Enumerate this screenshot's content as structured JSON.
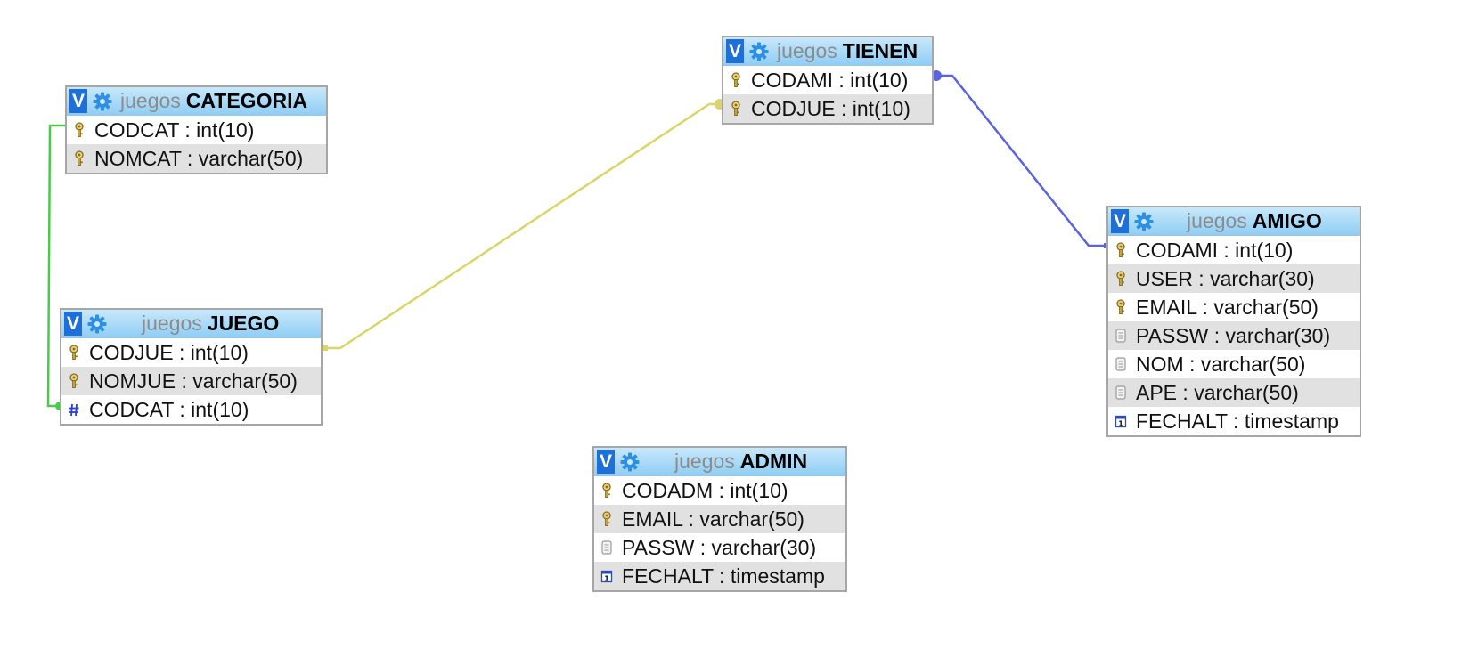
{
  "tables": {
    "categoria": {
      "db": "juegos",
      "name": "CATEGORIA",
      "fields": [
        {
          "text": "CODCAT : int(10)",
          "icon": "key-icon"
        },
        {
          "text": "NOMCAT : varchar(50)",
          "icon": "key-icon"
        }
      ]
    },
    "juego": {
      "db": "juegos",
      "name": "JUEGO",
      "fields": [
        {
          "text": "CODJUE : int(10)",
          "icon": "key-icon"
        },
        {
          "text": "NOMJUE : varchar(50)",
          "icon": "key-icon"
        },
        {
          "text": "CODCAT : int(10)",
          "icon": "hash-icon"
        }
      ]
    },
    "tienen": {
      "db": "juegos",
      "name": "TIENEN",
      "fields": [
        {
          "text": "CODAMI : int(10)",
          "icon": "key-icon"
        },
        {
          "text": "CODJUE : int(10)",
          "icon": "key-icon"
        }
      ]
    },
    "amigo": {
      "db": "juegos",
      "name": "AMIGO",
      "fields": [
        {
          "text": "CODAMI : int(10)",
          "icon": "key-icon"
        },
        {
          "text": "USER : varchar(30)",
          "icon": "key-icon"
        },
        {
          "text": "EMAIL : varchar(50)",
          "icon": "key-icon"
        },
        {
          "text": "PASSW : varchar(30)",
          "icon": "text-field-icon"
        },
        {
          "text": "NOM : varchar(50)",
          "icon": "text-field-icon"
        },
        {
          "text": "APE : varchar(50)",
          "icon": "text-field-icon"
        },
        {
          "text": "FECHALT : timestamp",
          "icon": "date-field-icon"
        }
      ]
    },
    "admin": {
      "db": "juegos",
      "name": "ADMIN",
      "fields": [
        {
          "text": "CODADM : int(10)",
          "icon": "key-icon"
        },
        {
          "text": "EMAIL : varchar(50)",
          "icon": "key-icon"
        },
        {
          "text": "PASSW : varchar(30)",
          "icon": "text-field-icon"
        },
        {
          "text": "FECHALT : timestamp",
          "icon": "date-field-icon"
        }
      ]
    }
  },
  "toggle_label": "V",
  "relation_colors": {
    "categoria_juego": "#4cc94c",
    "juego_tienen": "#d9d56a",
    "tienen_amigo": "#5b63e0"
  }
}
